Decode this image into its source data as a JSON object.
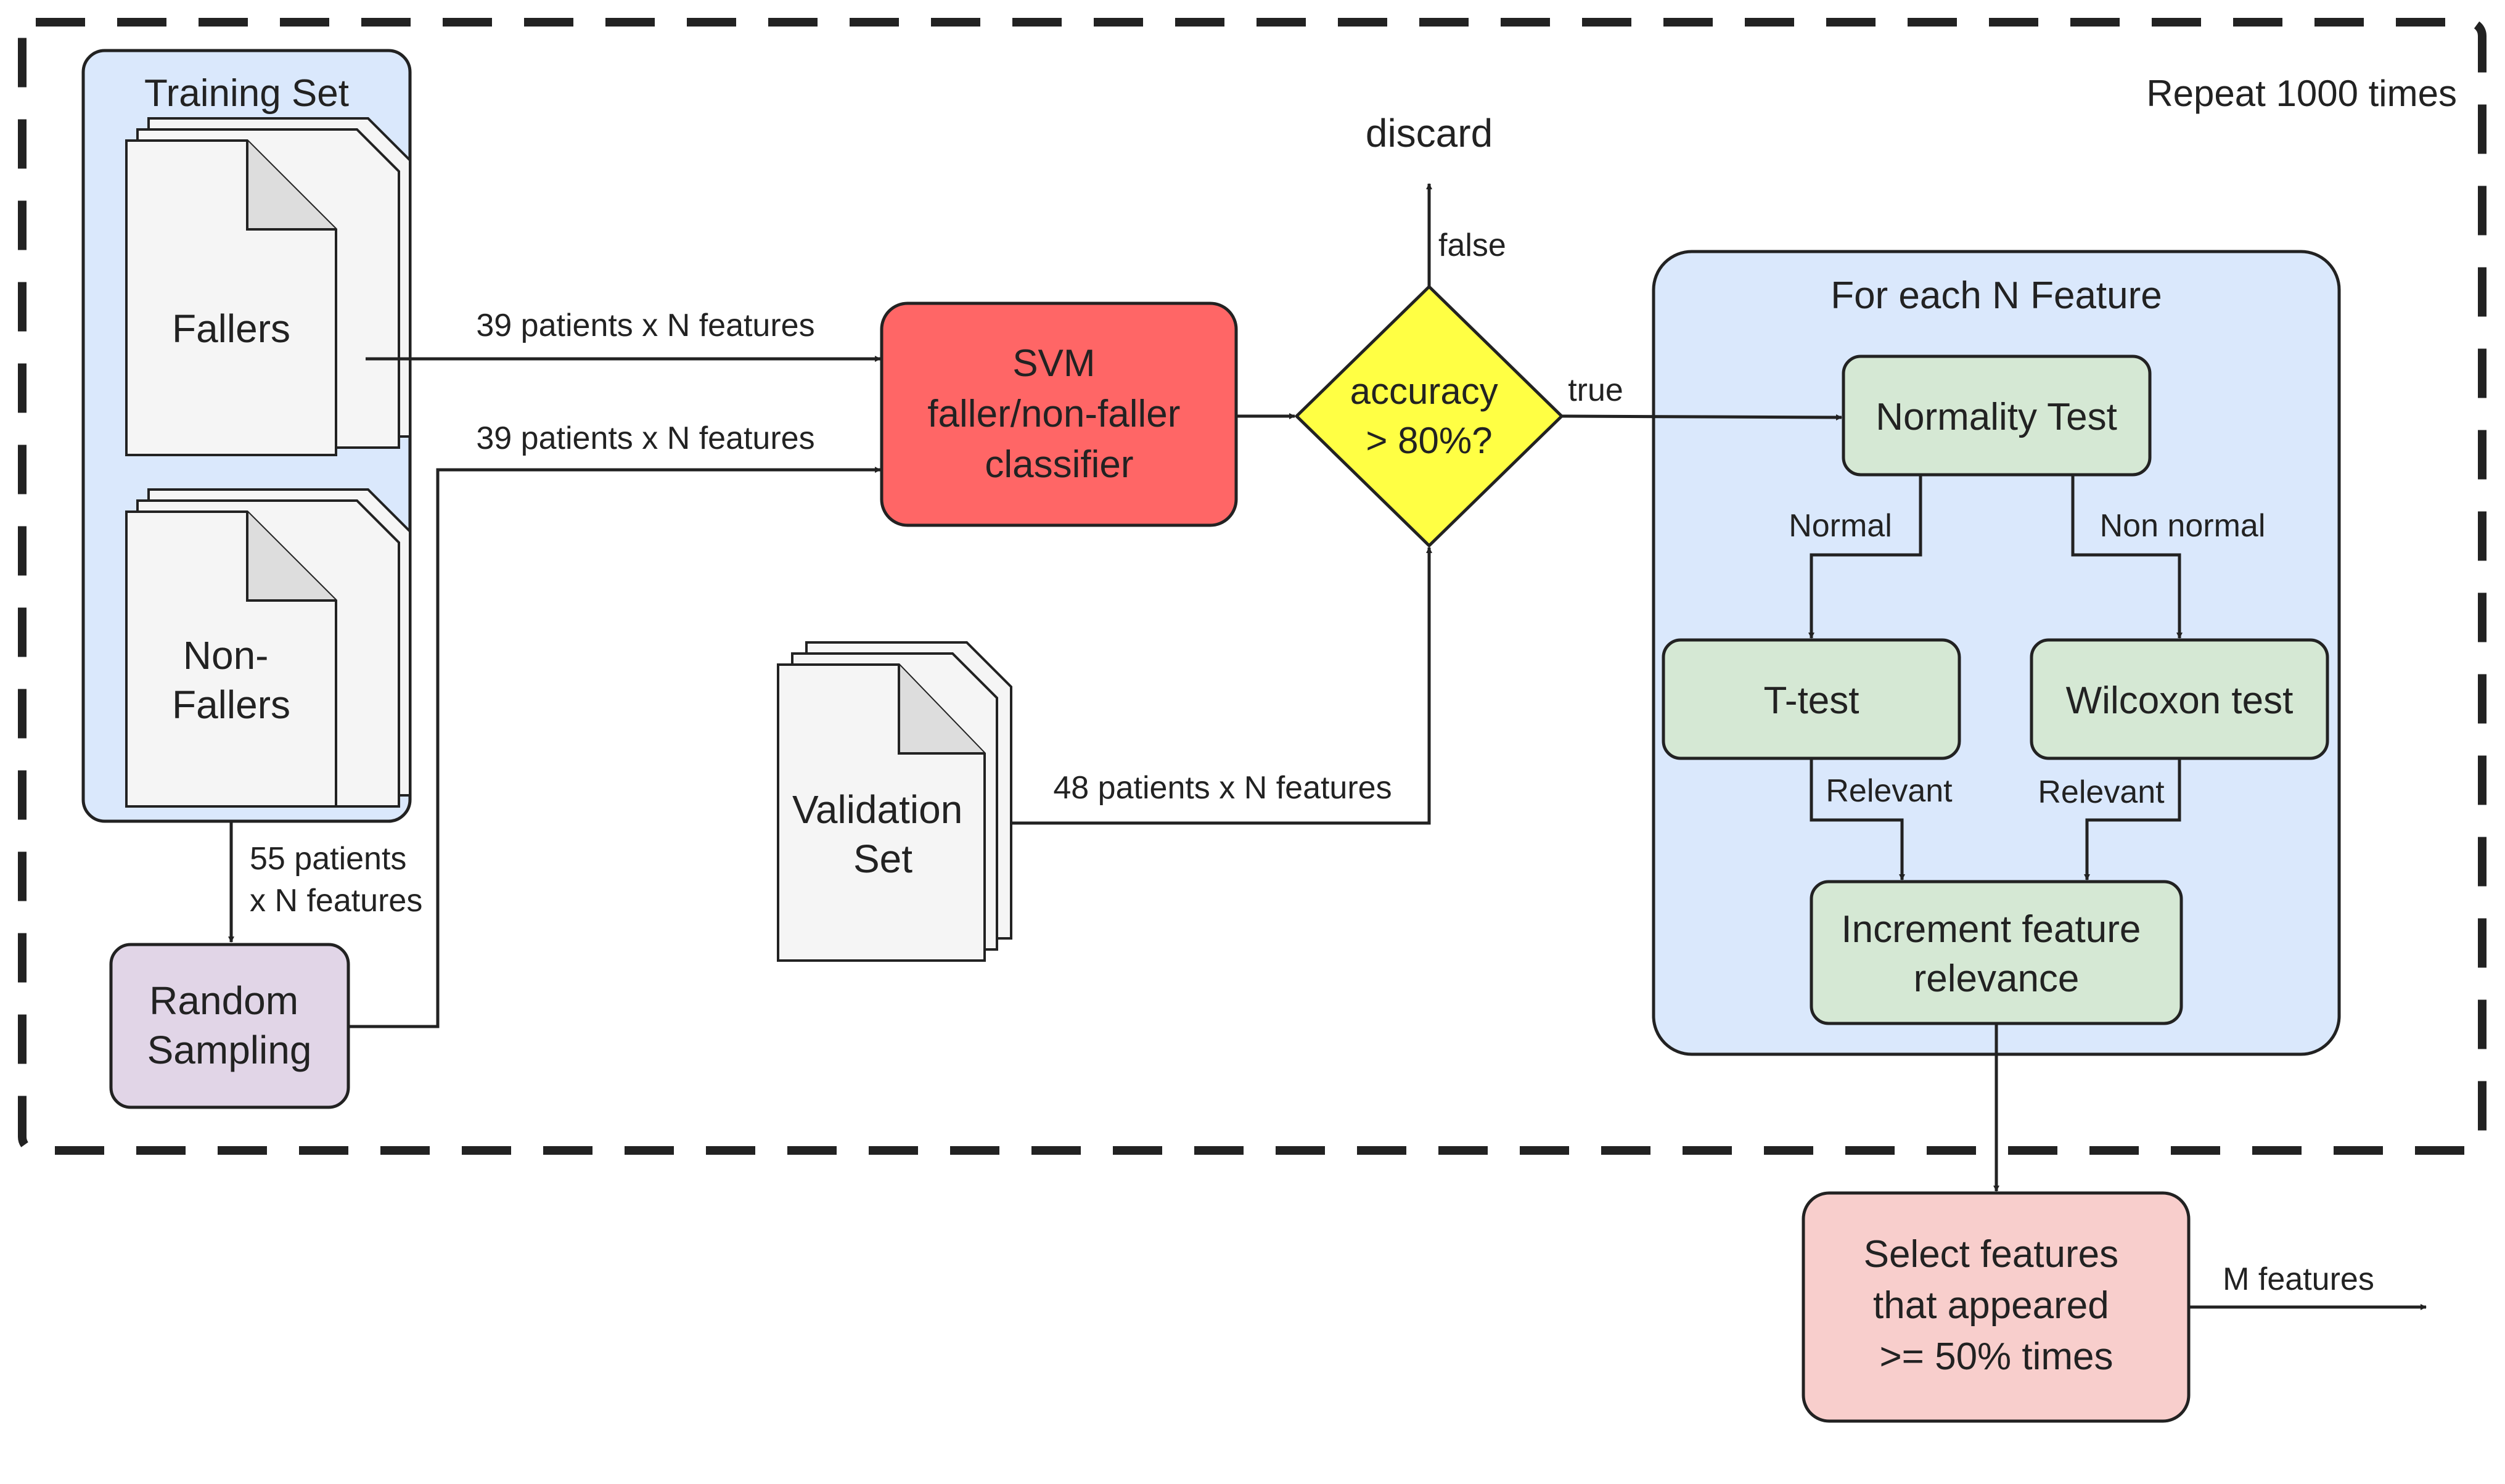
{
  "outer_loop": {
    "label": "Repeat 1000 times"
  },
  "training_set": {
    "title": "Training Set",
    "fallers": [
      "Fallers"
    ],
    "non_fallers": [
      "Non-",
      "Fallers"
    ]
  },
  "random_sampling": {
    "lines": [
      "Random",
      "Sampling"
    ]
  },
  "svm": {
    "lines": [
      "SVM",
      "faller/non-faller",
      "classifier"
    ]
  },
  "decision": {
    "lines": [
      "accuracy",
      "> 80%?"
    ]
  },
  "discard": {
    "label": "discard"
  },
  "validation_set": {
    "lines": [
      "Validation",
      "Set"
    ]
  },
  "feature_loop": {
    "title": "For each N Feature",
    "normality_test": "Normality Test",
    "t_test": "T-test",
    "wilcoxon_test": "Wilcoxon test",
    "increment": [
      "Increment feature",
      "relevance"
    ]
  },
  "select_features": {
    "lines": [
      "Select features",
      "that appeared",
      ">= 50% times"
    ]
  },
  "edges": {
    "fallers_to_svm": "39 patients x N features",
    "sampling_to_svm": "39 patients x N features",
    "training_to_sampling": [
      "55 patients",
      "x N features"
    ],
    "validation_to_decision": "48 patients x N features",
    "decision_false": "false",
    "decision_true": "true",
    "normal": "Normal",
    "non_normal": "Non normal",
    "ttest_relevant": "Relevant",
    "wilcoxon_relevant": "Relevant",
    "output": "M features"
  },
  "colors": {
    "training_bg": "#dae8fc",
    "feature_loop_bg": "#dae8fc",
    "document": "#f5f5f5",
    "random_sampling": "#e1d5e7",
    "svm": "#ff6666",
    "decision": "#ffff44",
    "green_box": "#d5e8d4",
    "select_box": "#f8cecc",
    "stroke": "#222222"
  }
}
